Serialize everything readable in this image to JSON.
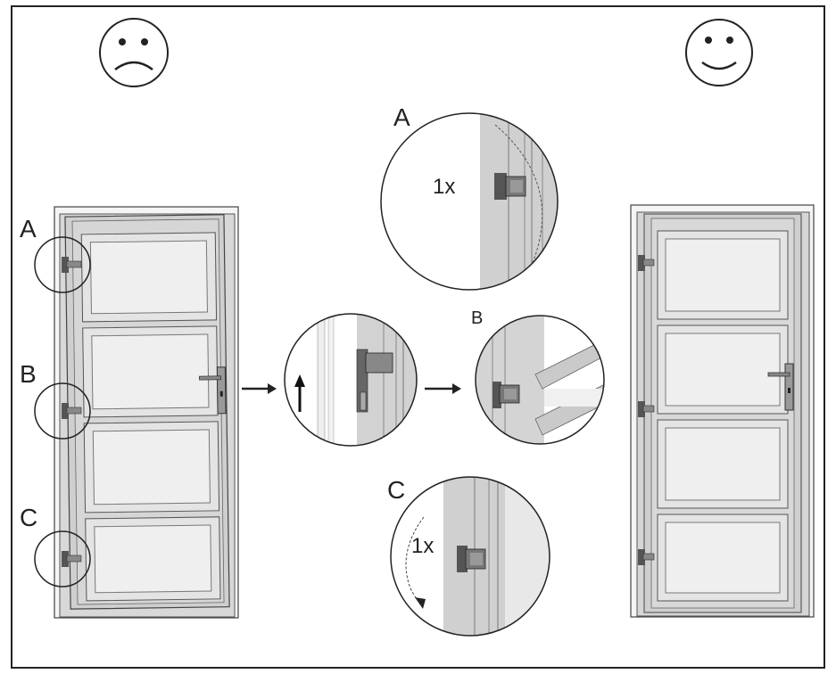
{
  "labels": {
    "left_a": "A",
    "left_b": "B",
    "left_c": "C",
    "detail_a": "A",
    "detail_b": "B",
    "detail_c": "C",
    "turns_a": "1x",
    "turns_c": "1x"
  },
  "icons": {
    "sad_face": "sad-face-icon",
    "happy_face": "happy-face-icon"
  },
  "colors": {
    "frame": "#d0d0d0",
    "panel": "#e2e2e2",
    "glass": "#eeeeee",
    "stroke": "#333333",
    "hinge": "#666666"
  }
}
